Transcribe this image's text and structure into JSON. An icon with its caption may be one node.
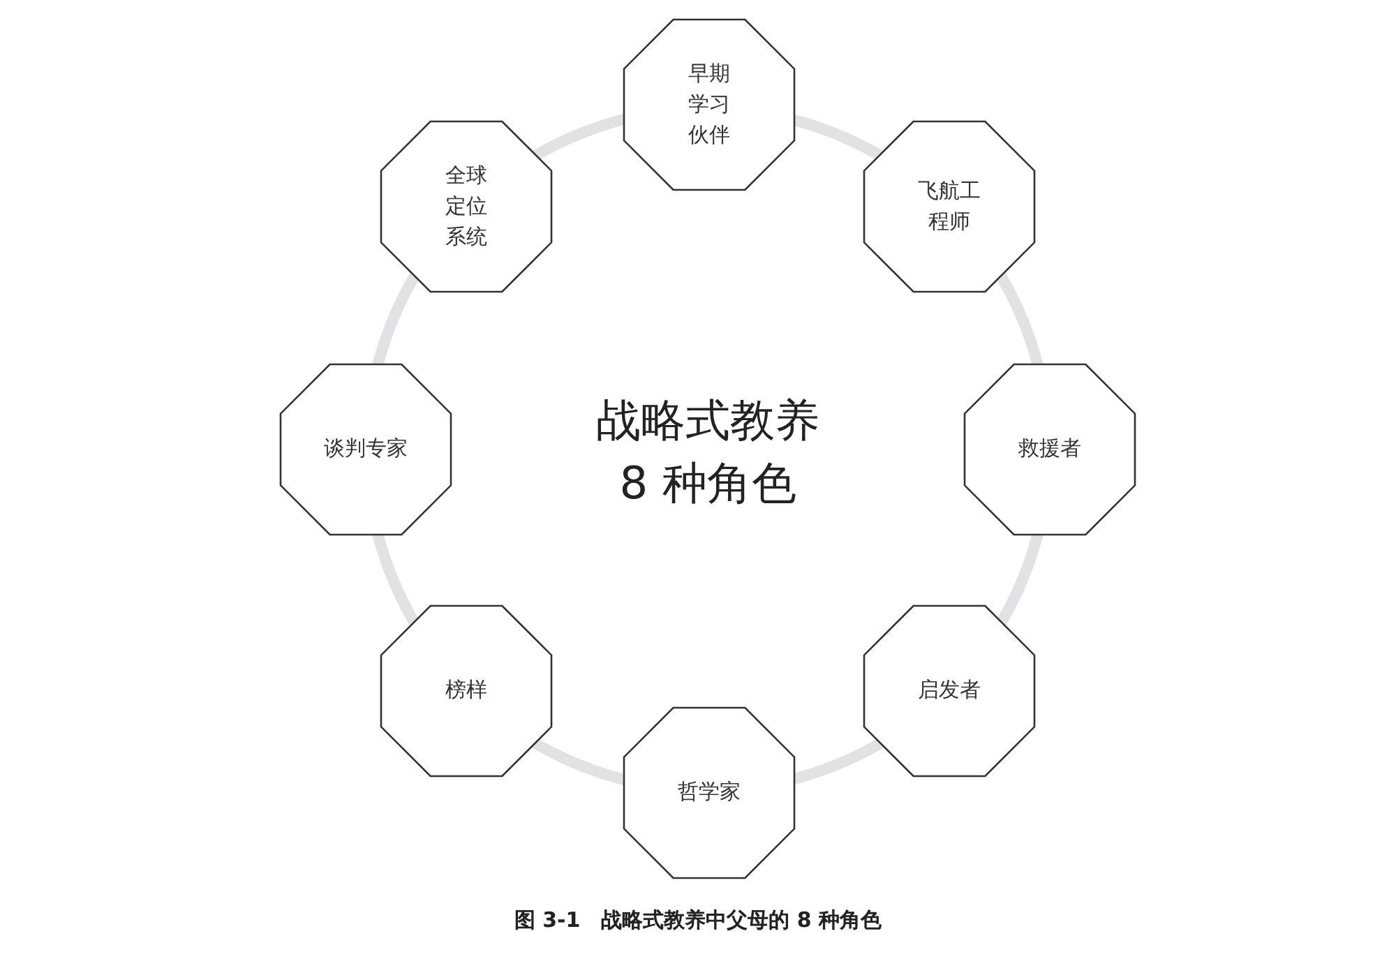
{
  "diagram": {
    "caption": "图 3-1　战略式教养中父母的 8 种角色",
    "nodes": [
      {
        "text": [
          "早期学习伙伴"
        ]
      },
      {
        "text": [
          "飞航工程师"
        ]
      },
      {
        "text": [
          "救援者"
        ]
      },
      {
        "text": [
          "启发者"
        ]
      },
      {
        "text": [
          "哲学家"
        ]
      },
      {
        "text": [
          "榜样"
        ]
      },
      {
        "text": [
          "谈判专家"
        ]
      },
      {
        "text": [
          "全球定位系统"
        ]
      }
    ],
    "edges": [],
    "labels": [
      "战略式教养",
      "8 种角色"
    ]
  }
}
